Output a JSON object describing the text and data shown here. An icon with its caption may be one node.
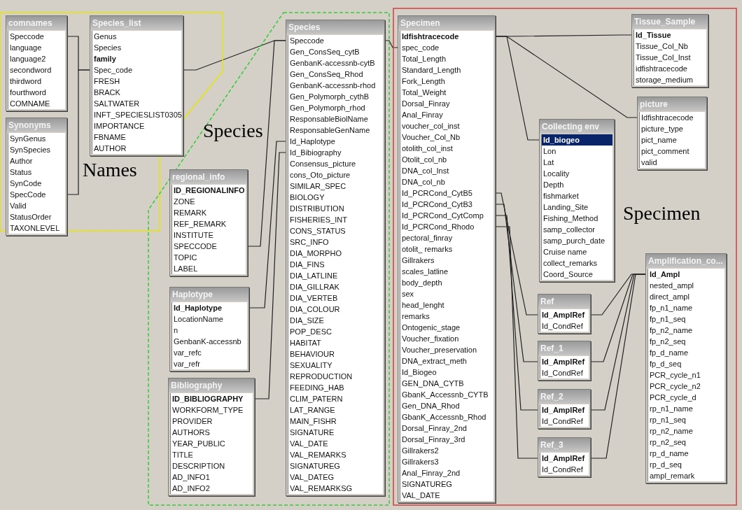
{
  "diagram": {
    "nodes": [
      {
        "text": [
          "Names"
        ]
      },
      {
        "text": [
          "comnames",
          "Speccode",
          "language",
          "language2",
          "secondword",
          "thirdword",
          "fourthword",
          "COMNAME"
        ],
        "in": 0
      },
      {
        "text": [
          "Synonyms",
          "SynGenus",
          "SynSpecies",
          "Author",
          "Status",
          "SynCode",
          "SpecCode",
          "Valid",
          "StatusOrder",
          "TAXONLEVEL"
        ],
        "in": 0
      },
      {
        "text": [
          "Species_list",
          "Genus",
          "Species",
          "family",
          "Spec_code",
          "FRESH",
          "BRACK",
          "SALTWATER",
          "INFT_SPECIESLIST0305",
          "IMPORTANCE",
          "FBNAME",
          "AUTHOR"
        ],
        "in": 0
      },
      {
        "text": [
          "Species"
        ]
      },
      {
        "text": [
          "Species",
          "Speccode",
          "Gen_ConsSeq_cytB",
          "GenbanK-accessnb-cytB",
          "Gen_ConsSeq_Rhod",
          "GenbanK-accessnb-rhod",
          "Gen_Polymorph_cythB",
          "Gen_Polymorph_rhod",
          "ResponsableBiolName",
          "ResponsableGenName",
          "Id_Haplotype",
          "Id_Bibiography",
          "Consensus_picture",
          "cons_Oto_picture",
          "SIMILAR_SPEC",
          "BIOLOGY",
          "DISTRIBUTION",
          "FISHERIES_INT",
          "CONS_STATUS",
          "SRC_INFO",
          "DIA_MORPHO",
          "DIA_FINS",
          "DIA_LATLINE",
          "DIA_GILLRAK",
          "DIA_VERTEB",
          "DIA_COLOUR",
          "DIA_SIZE",
          "POP_DESC",
          "HABITAT",
          "BEHAVIOUR",
          "SEXUALITY",
          "REPRODUCTION",
          "FEEDING_HAB",
          "CLIM_PATERN",
          "LAT_RANGE",
          "MAIN_FISHR",
          "SIGNATURE",
          "VAL_DATE",
          "VAL_REMARKS",
          "SIGNATUREG",
          "VAL_DATEG",
          "VAL_REMARKSG"
        ],
        "in": 4
      },
      {
        "text": [
          "regional_info",
          "ID_REGIONALINFO",
          "ZONE",
          "REMARK",
          "REF_REMARK",
          "INSTITUTE",
          "SPECCODE",
          "TOPIC",
          "LABEL"
        ],
        "in": 4
      },
      {
        "text": [
          "Haplotype",
          "Id_Haplotype",
          "LocationName",
          "n",
          "GenbanK-accessnb",
          "var_refc",
          "var_refr"
        ],
        "in": 4
      },
      {
        "text": [
          "Bibliography",
          "ID_BIBLIOGRAPHY",
          "WORKFORM_TYPE",
          "PROVIDER",
          "AUTHORS",
          "YEAR_PUBLIC",
          "TITLE",
          "DESCRIPTION",
          "AD_INFO1",
          "AD_INFO2"
        ],
        "in": 4
      },
      {
        "text": [
          "Specimen"
        ]
      },
      {
        "text": [
          "Specimen",
          "Idfishtracecode",
          "spec_code",
          "Total_Length",
          "Standard_Length",
          "Fork_Length",
          "Total_Weight",
          "Dorsal_Finray",
          "Anal_Finray",
          "voucher_col_inst",
          "Voucher_Col_Nb",
          "otolith_col_inst",
          "Otolit_col_nb",
          "DNA_col_Inst",
          "DNA_col_nb",
          "Id_PCRCond_CytB5",
          "Id_PCRCond_CytB3",
          "Id_PCRCond_CytComp",
          "Id_PCRCond_Rhodo",
          "pectoral_finray",
          "otolit_ remarks",
          "Gillrakers",
          "scales_latline",
          "body_depth",
          "sex",
          "head_lenght",
          "remarks",
          "Ontogenic_stage",
          "Voucher_fixation",
          "Voucher_preservation",
          "DNA_extract_meth",
          "Id_Biogeo",
          "GEN_DNA_CYTB",
          "GbanK_Accessnb_CYTB",
          "Gen_DNA_Rhod",
          "GbanK_Accessnb_Rhod",
          "Dorsal_Finray_2nd",
          "Dorsal_Finray_3rd",
          "Gillrakers2",
          "Gillrakers3",
          "Anal_Finray_2nd",
          "SIGNATUREG",
          "VAL_DATE"
        ],
        "in": 9
      },
      {
        "text": [
          "Tissue_Sample",
          "Id_Tissue",
          "Tissue_Col_Nb",
          "Tissue_Col_Inst",
          "idfishtracecode",
          "storage_medium"
        ],
        "in": 9
      },
      {
        "text": [
          "picture",
          "Idfishtracecode",
          "picture_type",
          "pict_name",
          "pict_comment",
          "valid"
        ],
        "in": 9
      },
      {
        "text": [
          "Collecting env",
          "Id_biogeo",
          "Lon",
          "Lat",
          "Locality",
          "Depth",
          "fishmarket",
          "Landing_Site",
          "Fishing_Method",
          "samp_collector",
          "samp_purch_date",
          "Cruise name",
          "collect_remarks",
          "Coord_Source"
        ],
        "in": 9
      },
      {
        "text": [
          "Ref",
          "Id_AmplRef",
          "Id_CondRef"
        ],
        "in": 9
      },
      {
        "text": [
          "Ref_1",
          "Id_AmplRef",
          "Id_CondRef"
        ],
        "in": 9
      },
      {
        "text": [
          "Ref_2",
          "Id_AmplRef",
          "Id_CondRef"
        ],
        "in": 9
      },
      {
        "text": [
          "Ref_3",
          "Id_AmplRef",
          "Id_CondRef"
        ],
        "in": 9
      },
      {
        "text": [
          "Amplification_co...",
          "Id_Ampl",
          "nested_ampl",
          "direct_ampl",
          "fp_n1_name",
          "fp_n1_seq",
          "fp_n2_name",
          "fp_n2_seq",
          "fp_d_name",
          "fp_d_seq",
          "PCR_cycle_n1",
          "PCR_cycle_n2",
          "PCR_cycle_d",
          "rp_n1_name",
          "rp_n1_seq",
          "rp_n2_name",
          "rp_n2_seq",
          "rp_d_name",
          "rp_d_seq",
          "ampl_remark"
        ],
        "in": 9
      }
    ],
    "edges": [
      {
        "from": 1,
        "to": 3,
        "arrow": "none"
      },
      {
        "from": 2,
        "to": 3,
        "arrow": "none"
      },
      {
        "from": 3,
        "to": 5,
        "arrow": "none"
      },
      {
        "from": 6,
        "to": 5,
        "arrow": "none"
      },
      {
        "from": 7,
        "to": 5,
        "arrow": "none"
      },
      {
        "from": 8,
        "to": 5,
        "arrow": "none"
      },
      {
        "from": 5,
        "to": 10,
        "arrow": "none"
      },
      {
        "from": 10,
        "to": 11,
        "arrow": "none"
      },
      {
        "from": 10,
        "to": 12,
        "arrow": "none"
      },
      {
        "from": 10,
        "to": 13,
        "arrow": "none"
      },
      {
        "from": 10,
        "to": 14,
        "arrow": "none"
      },
      {
        "from": 10,
        "to": 15,
        "arrow": "none"
      },
      {
        "from": 10,
        "to": 16,
        "arrow": "none"
      },
      {
        "from": 10,
        "to": 17,
        "arrow": "none"
      },
      {
        "from": 14,
        "to": 18,
        "arrow": "none"
      },
      {
        "from": 15,
        "to": 18,
        "arrow": "none"
      },
      {
        "from": 16,
        "to": 18,
        "arrow": "none"
      },
      {
        "from": 17,
        "to": 18,
        "arrow": "none"
      }
    ]
  }
}
